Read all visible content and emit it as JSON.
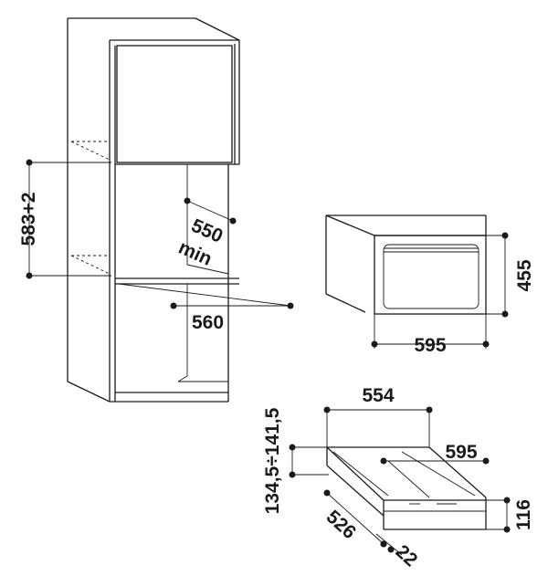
{
  "dimensions": {
    "cabinet_height": "583+2",
    "cabinet_depth": "550",
    "cabinet_depth_note": "min",
    "cabinet_width": "560",
    "oven_height": "455",
    "oven_width": "595",
    "drawer_width_inner": "554",
    "drawer_height_range": "134,5÷141,5",
    "drawer_width_outer": "595",
    "drawer_depth": "526",
    "drawer_front_depth": "22",
    "drawer_height": "116"
  }
}
